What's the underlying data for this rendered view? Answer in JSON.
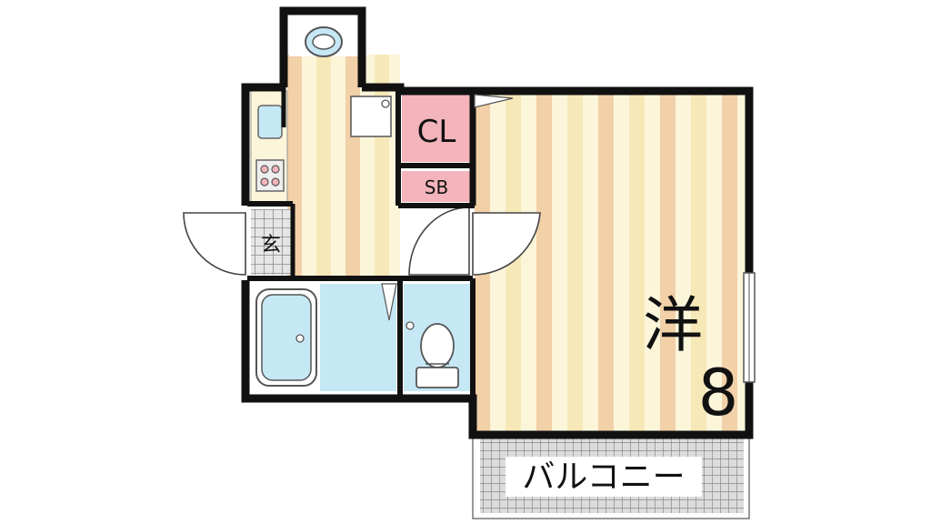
{
  "floor_plan": {
    "rooms": {
      "western_room": {
        "label": "洋",
        "size": "8"
      },
      "closet": {
        "label": "CL"
      },
      "shoe_box": {
        "label": "SB"
      },
      "entrance": {
        "label": "玄"
      },
      "balcony": {
        "label": "バルコニー"
      }
    },
    "colors": {
      "wall": "#111111",
      "floor_wood_a": "#f2d0a8",
      "floor_wood_b": "#fbf5da",
      "floor_wood_c": "#f7e8b8",
      "closet_pink": "#f4b4bb",
      "wet_area_blue": "#c6e8f5",
      "tile_grey": "#9a9a9a"
    }
  }
}
